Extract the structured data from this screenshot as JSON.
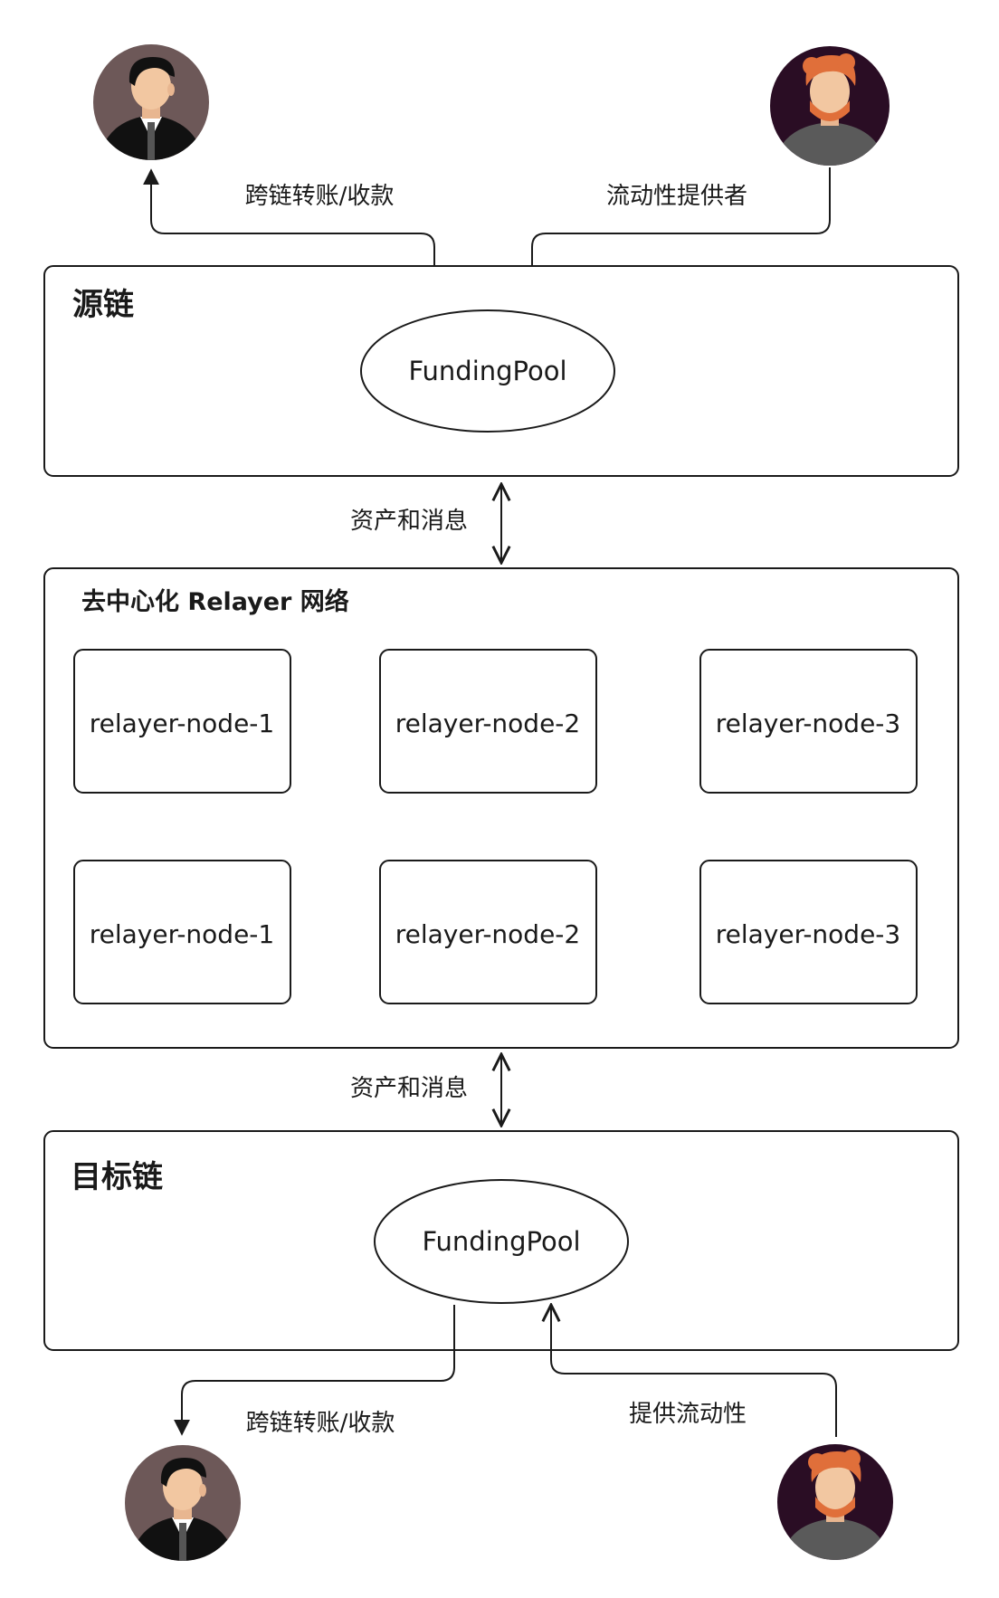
{
  "source_chain": {
    "title": "源链",
    "pool_label": "FundingPool"
  },
  "target_chain": {
    "title": "目标链",
    "pool_label": "FundingPool"
  },
  "relayer_network": {
    "title": "去中心化 Relayer 网络",
    "nodes": [
      "relayer-node-1",
      "relayer-node-2",
      "relayer-node-3",
      "relayer-node-1",
      "relayer-node-2",
      "relayer-node-3"
    ]
  },
  "edges": {
    "top_user_flow": "跨链转账/收款",
    "top_lp_flow": "流动性提供者",
    "source_to_relayer": "资产和消息",
    "relayer_to_target": "资产和消息",
    "bottom_user_flow": "跨链转账/收款",
    "bottom_lp_flow": "提供流动性"
  },
  "actors": [
    {
      "role": "user",
      "icon": "user-avatar-icon"
    },
    {
      "role": "liquidity-provider",
      "icon": "liquidity-provider-avatar-icon"
    },
    {
      "role": "user",
      "icon": "user-avatar-icon"
    },
    {
      "role": "liquidity-provider",
      "icon": "liquidity-provider-avatar-icon"
    }
  ],
  "colors": {
    "line": "#1a1a1a",
    "avatar_bg_user": "#6d5858",
    "avatar_bg_lp": "#2a0d24",
    "hair_lp": "#e06f3a",
    "skin": "#f2c7a1"
  }
}
